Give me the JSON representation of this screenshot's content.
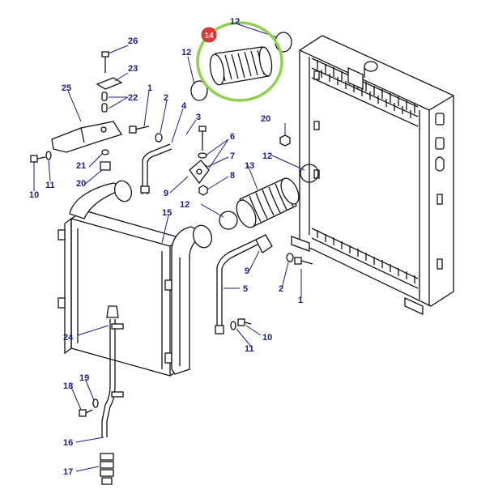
{
  "diagram": {
    "callouts": [
      {
        "id": "c26",
        "text": "26"
      },
      {
        "id": "c23",
        "text": "23"
      },
      {
        "id": "c22",
        "text": "22"
      },
      {
        "id": "c25",
        "text": "25"
      },
      {
        "id": "c1a",
        "text": "1"
      },
      {
        "id": "c2a",
        "text": "2"
      },
      {
        "id": "c3",
        "text": "3"
      },
      {
        "id": "c4",
        "text": "4"
      },
      {
        "id": "c6",
        "text": "6"
      },
      {
        "id": "c7",
        "text": "7"
      },
      {
        "id": "c8",
        "text": "8"
      },
      {
        "id": "c9a",
        "text": "9"
      },
      {
        "id": "c21",
        "text": "21"
      },
      {
        "id": "c20a",
        "text": "20"
      },
      {
        "id": "c10a",
        "text": "10"
      },
      {
        "id": "c11a",
        "text": "11"
      },
      {
        "id": "c12a",
        "text": "12"
      },
      {
        "id": "c12b",
        "text": "12"
      },
      {
        "id": "c12c",
        "text": "12"
      },
      {
        "id": "c12d",
        "text": "12"
      },
      {
        "id": "c13",
        "text": "13"
      },
      {
        "id": "c20b",
        "text": "20"
      },
      {
        "id": "c15",
        "text": "15"
      },
      {
        "id": "c9b",
        "text": "9"
      },
      {
        "id": "c5",
        "text": "5"
      },
      {
        "id": "c2b",
        "text": "2"
      },
      {
        "id": "c1b",
        "text": "1"
      },
      {
        "id": "c24",
        "text": "24"
      },
      {
        "id": "c11b",
        "text": "11"
      },
      {
        "id": "c10b",
        "text": "10"
      },
      {
        "id": "c19",
        "text": "19"
      },
      {
        "id": "c18",
        "text": "18"
      },
      {
        "id": "c16",
        "text": "16"
      },
      {
        "id": "c17",
        "text": "17"
      }
    ],
    "highlight_badge": "14",
    "colors": {
      "callout": "#1a1a8c",
      "highlight_ring": "#8fd14f",
      "badge": "#e53935",
      "line": "#111111"
    }
  }
}
